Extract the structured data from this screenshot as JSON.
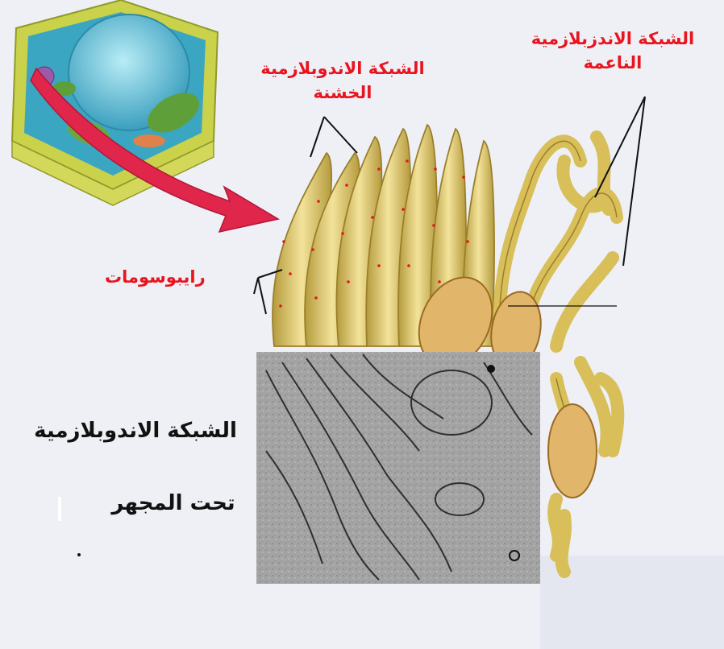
{
  "labels": {
    "rough_er_line1": "الشبكة الاندوبلازمية",
    "rough_er_line2": "الخشنة",
    "smooth_er_line1": "الشبكة الاندزبلازمية",
    "smooth_er_line2": "الناعمة",
    "ribosomes": "رايبوسومات",
    "er": "الشبكة الاندوبلازمية",
    "under_microscope": "تحت المجهر"
  },
  "colors": {
    "label_red": "#e8141e",
    "label_black": "#111111",
    "membrane_yellow": "#e6d27a",
    "cell_wall": "#c9d24a",
    "cytoplasm": "#3aa6c2",
    "arrow": "#e0264a",
    "micrograph": "#9a9a9a"
  }
}
